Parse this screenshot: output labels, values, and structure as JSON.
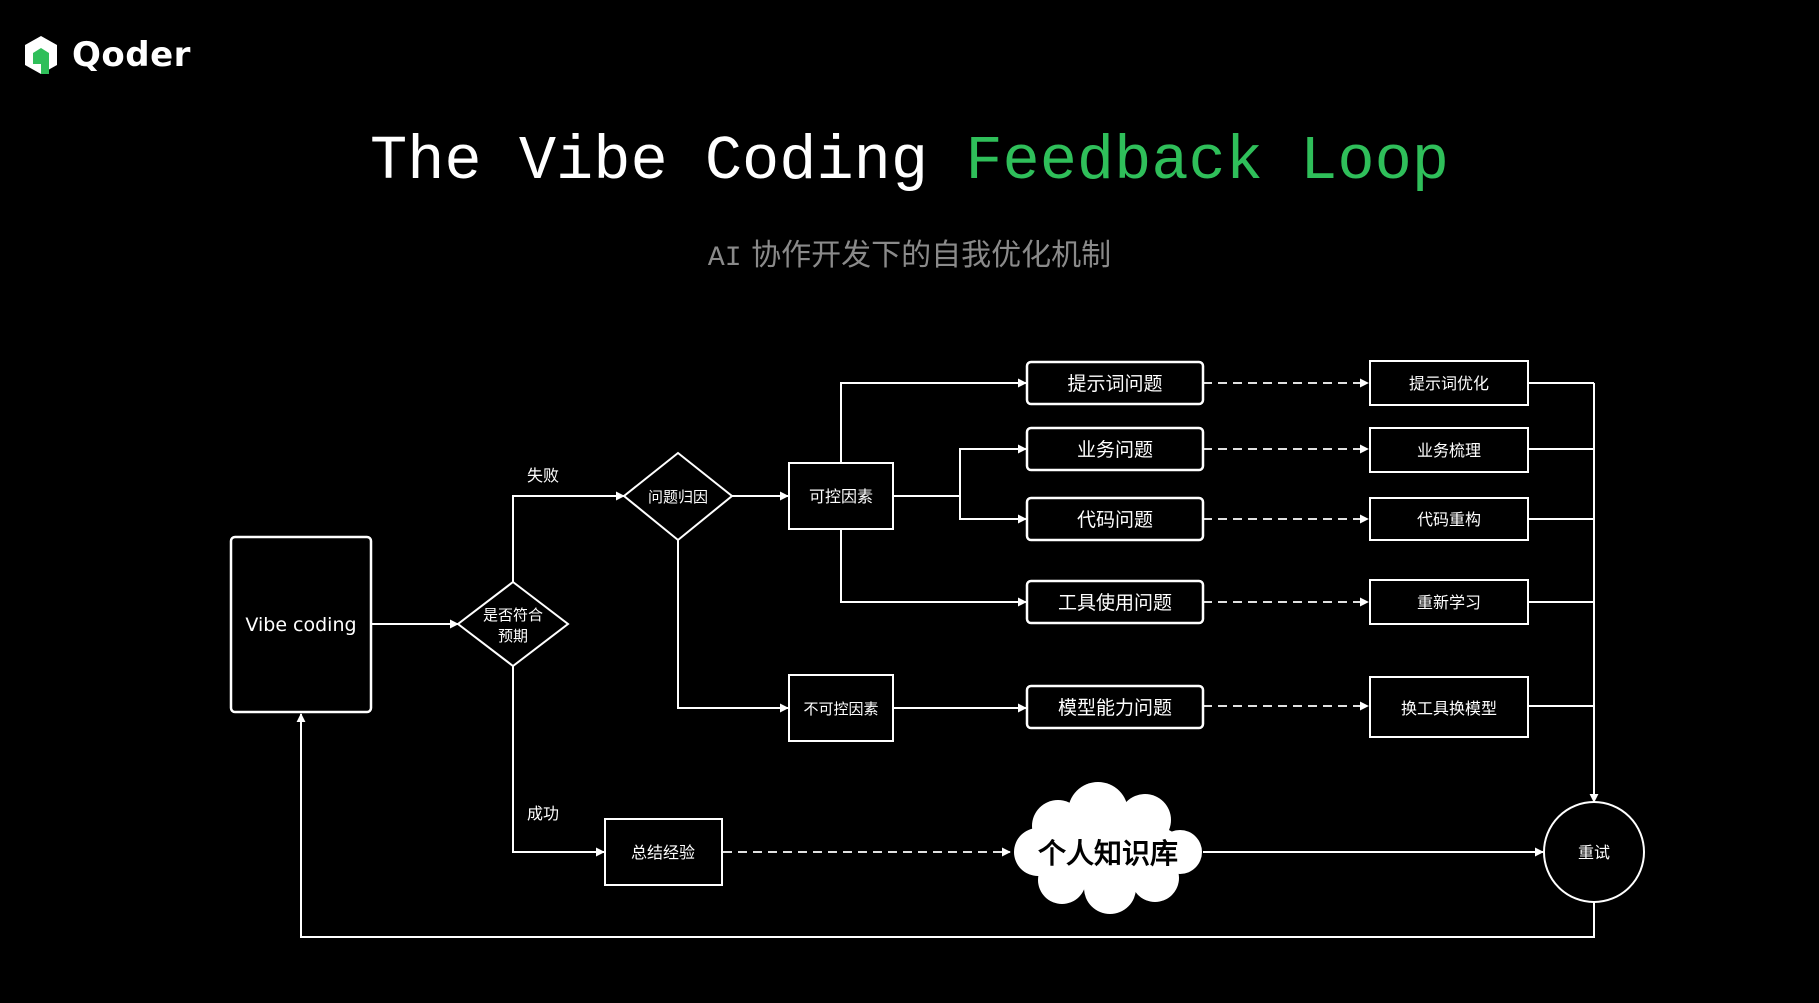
{
  "brand": {
    "name": "Qoder",
    "accent": "#2fbf5a"
  },
  "title": {
    "part1": "The Vibe Coding",
    "part2": "Feedback Loop"
  },
  "subtitle": {
    "prefix": "AI",
    "text": "协作开发下的自我优化机制"
  },
  "diagram": {
    "start_node": "Vibe coding",
    "decision_expected": [
      "是否符合",
      "预期"
    ],
    "edge_fail": "失败",
    "edge_success": "成功",
    "decision_attribution": "问题归因",
    "controllable": "可控因素",
    "uncontrollable": "不可控因素",
    "problems": [
      "提示词问题",
      "业务问题",
      "代码问题",
      "工具使用问题",
      "模型能力问题"
    ],
    "solutions": [
      "提示词优化",
      "业务梳理",
      "代码重构",
      "重新学习",
      "换工具换模型"
    ],
    "summarize": "总结经验",
    "knowledge_base": "个人知识库",
    "retry": "重试"
  }
}
